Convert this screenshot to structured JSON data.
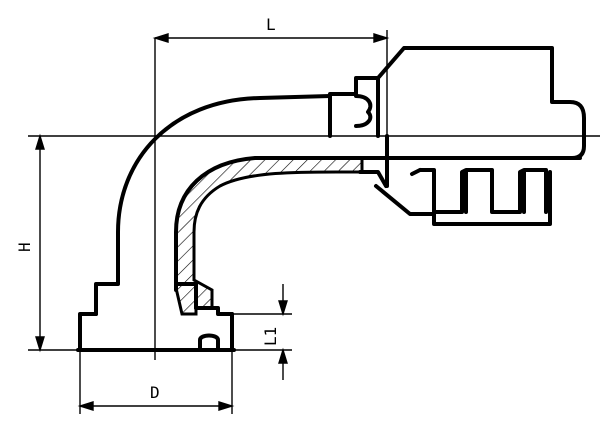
{
  "labels": {
    "L": "L",
    "H": "H",
    "D": "D",
    "L1": "L1"
  },
  "colors": {
    "line": "#000000",
    "background": "#ffffff"
  }
}
